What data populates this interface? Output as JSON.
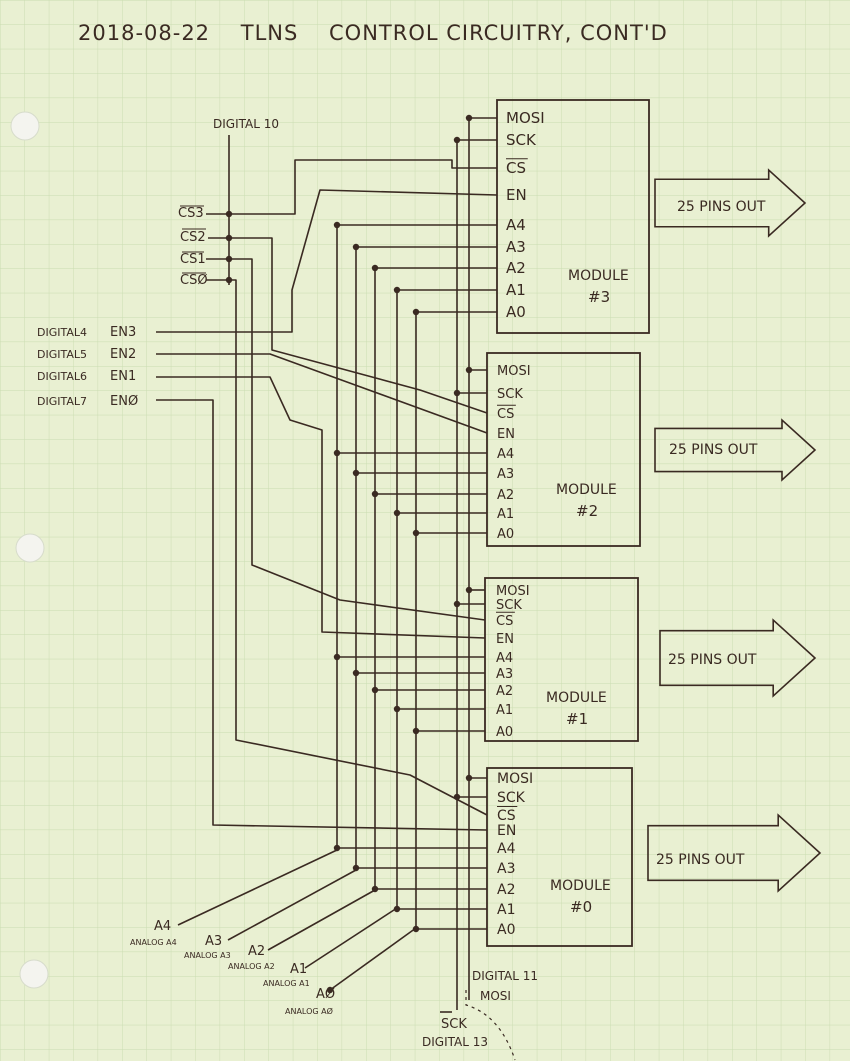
{
  "title": "2018-08-22    TLNS    CONTROL CIRCUITRY, CONT'D",
  "top_signal": "DIGITAL 10",
  "cs_labels": [
    "CS3",
    "CS2",
    "CS1",
    "CSØ"
  ],
  "en_inputs": [
    {
      "digital": "DIGITAL4",
      "en": "EN3"
    },
    {
      "digital": "DIGITAL5",
      "en": "EN2"
    },
    {
      "digital": "DIGITAL6",
      "en": "EN1"
    },
    {
      "digital": "DIGITAL7",
      "en": "ENØ"
    }
  ],
  "pins": [
    "MOSI",
    "SCK",
    "CS",
    "EN",
    "A4",
    "A3",
    "A2",
    "A1",
    "A0"
  ],
  "modules": [
    {
      "name": "MODULE",
      "num": "#3",
      "out": "25 PINS OUT"
    },
    {
      "name": "MODULE",
      "num": "#2",
      "out": "25 PINS OUT"
    },
    {
      "name": "MODULE",
      "num": "#1",
      "out": "25 PINS OUT"
    },
    {
      "name": "MODULE",
      "num": "#0",
      "out": "25 PINS OUT"
    }
  ],
  "analog_inputs": [
    {
      "label": "A4",
      "sub": "ANALOG A4"
    },
    {
      "label": "A3",
      "sub": "ANALOG A3"
    },
    {
      "label": "A2",
      "sub": "ANALOG A2"
    },
    {
      "label": "A1",
      "sub": "ANALOG A1"
    },
    {
      "label": "AØ",
      "sub": "ANALOG AØ"
    }
  ],
  "bottom": {
    "digital11": "DIGITAL 11",
    "mosi": "MOSI",
    "sck": "SCK",
    "digital13": "DIGITAL 13"
  },
  "colors": {
    "paper": "#e9f0d2",
    "grid": "#c9dcb0",
    "ink": "#3a2a22",
    "margin": "#cbd9ad"
  }
}
